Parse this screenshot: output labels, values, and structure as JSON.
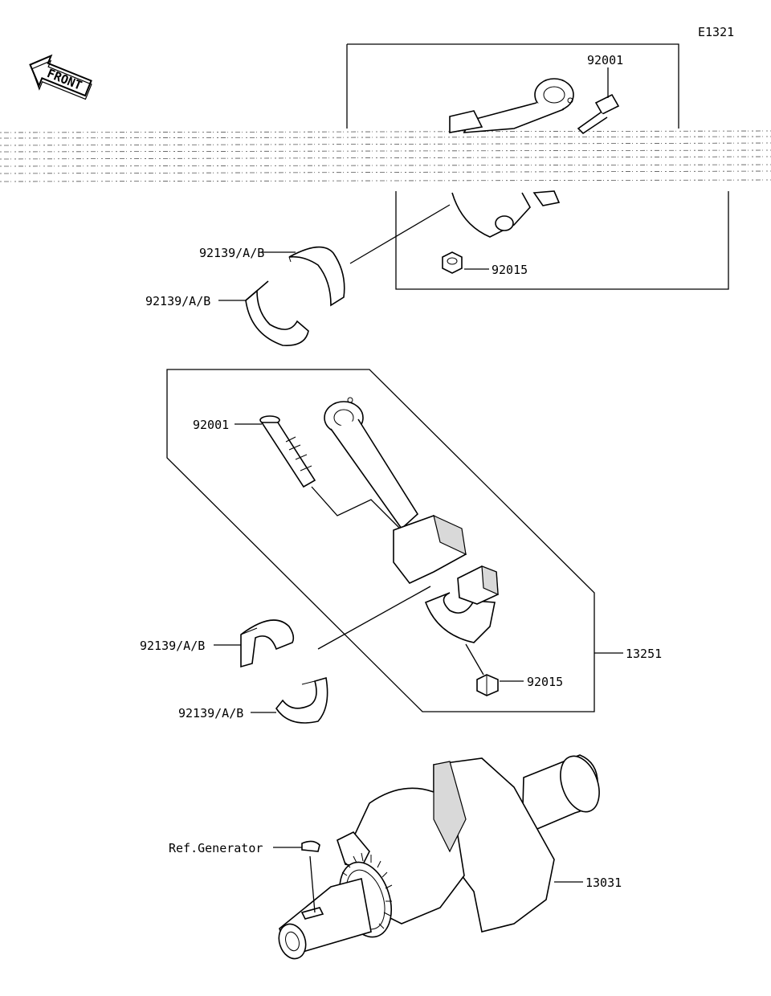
{
  "diagram_id": "E1321",
  "front_badge": "FRONT",
  "labels": {
    "top_bolt": "92001",
    "top_bearing_upper": "92139/A/B",
    "top_bearing_lower": "92139/A/B",
    "top_nut": "92015",
    "mid_bolt": "92001",
    "mid_bearing_upper": "92139/A/B",
    "mid_bearing_lower": "92139/A/B",
    "mid_nut": "92015",
    "conrod_assy": "13251",
    "ref_generator": "Ref.Generator",
    "crankshaft": "13031"
  }
}
